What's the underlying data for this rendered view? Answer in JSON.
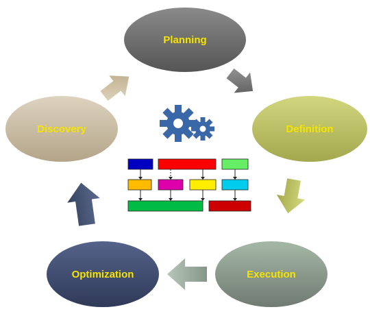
{
  "phases": [
    {
      "id": "planning",
      "label": "Planning"
    },
    {
      "id": "definition",
      "label": "Definition"
    },
    {
      "id": "execution",
      "label": "Execution"
    },
    {
      "id": "optimization",
      "label": "Optimization"
    },
    {
      "id": "discovery",
      "label": "Discovery"
    }
  ],
  "center": {
    "icon": "gears-icon",
    "diagram": "process-flow-chart"
  },
  "colors": {
    "label_text": "#f5e400",
    "planning": "#6b6b6b",
    "definition": "#b9be61",
    "execution": "#8e9c8f",
    "optimization": "#3e4a6b",
    "discovery": "#cdbfa6",
    "gear": "#3a67a8",
    "flow_blue": "#0000c0",
    "flow_red": "#ff0000",
    "flow_lightgreen": "#66ee66",
    "flow_orange": "#ffbb00",
    "flow_magenta": "#dd00aa",
    "flow_yellow": "#ffee00",
    "flow_cyan": "#00ccee",
    "flow_green": "#00bb44",
    "flow_darkred": "#cc0000"
  }
}
